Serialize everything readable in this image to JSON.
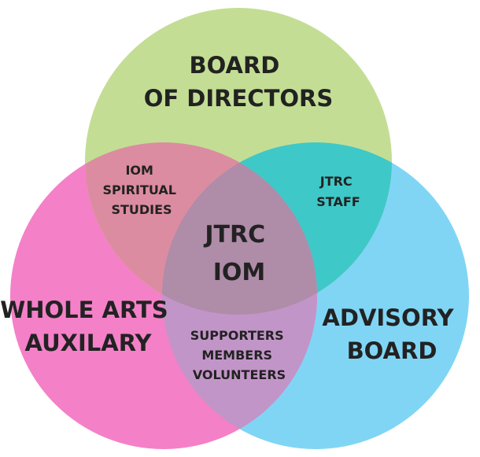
{
  "colors": {
    "board": "#c3de94",
    "advisory": "#80d5f5",
    "arts": "#f480c8",
    "board_advisory": "#3fc8c8",
    "board_arts": "#dc8ca0",
    "arts_advisory": "#c295c8",
    "all_three": "#af8ca8",
    "text": "#222222"
  },
  "sets": {
    "board": {
      "lines": [
        "BOARD",
        "OF DIRECTORS"
      ]
    },
    "arts": {
      "lines": [
        "WHOLE ARTS",
        "AUXILARY"
      ]
    },
    "advisory": {
      "lines": [
        "ADVISORY",
        "BOARD"
      ]
    }
  },
  "intersections": {
    "board_arts": {
      "lines": [
        "IOM",
        "SPIRITUAL",
        "STUDIES"
      ]
    },
    "board_advisory": {
      "lines": [
        "JTRC",
        "STAFF"
      ]
    },
    "arts_advisory": {
      "lines": [
        "SUPPORTERS",
        "MEMBERS",
        "VOLUNTEERS"
      ]
    },
    "all_three": {
      "lines": [
        "JTRC",
        "IOM"
      ]
    }
  }
}
